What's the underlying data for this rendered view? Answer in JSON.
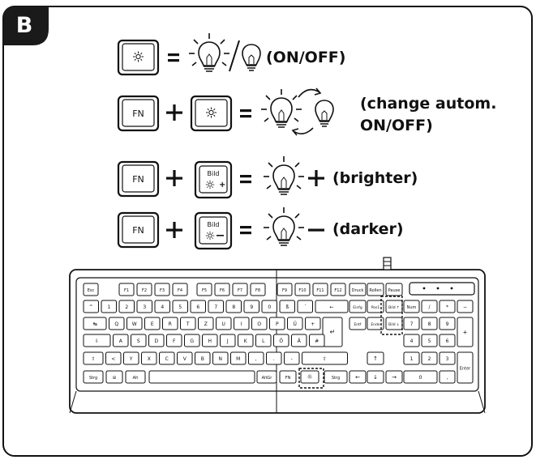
{
  "panel_label": "B",
  "rows": [
    {
      "id": "toggle",
      "keys": [
        "☼"
      ],
      "result": "(ON/OFF)"
    },
    {
      "id": "auto",
      "keys": [
        "FN",
        "☼"
      ],
      "result_line1": "(change autom.",
      "result_line2": "ON/OFF)"
    },
    {
      "id": "brighter",
      "keys": [
        "FN",
        "Bild ☼+"
      ],
      "result": "(brighter)"
    },
    {
      "id": "darker",
      "keys": [
        "FN",
        "Bild ☼−"
      ],
      "result": "(darker)"
    }
  ],
  "key_labels": {
    "fn": "FN",
    "bild": "Bild",
    "plus_symbol": "+",
    "equals_symbol": "="
  },
  "keyboard": {
    "fn_row": [
      "Esc",
      "F1",
      "F2",
      "F3",
      "F4",
      "F5",
      "F6",
      "F7",
      "F8",
      "F9",
      "F10",
      "F11",
      "F12",
      "Druck",
      "Rollen",
      "Pause"
    ],
    "number_row": [
      "^",
      "1",
      "2",
      "3",
      "4",
      "5",
      "6",
      "7",
      "8",
      "9",
      "0",
      "ß",
      "´",
      "←"
    ],
    "qwertz_row": [
      "↹",
      "Q",
      "W",
      "E",
      "R",
      "T",
      "Z",
      "U",
      "I",
      "O",
      "P",
      "Ü",
      "+"
    ],
    "home_row": [
      "⇩",
      "A",
      "S",
      "D",
      "F",
      "G",
      "H",
      "J",
      "K",
      "L",
      "Ö",
      "Ä",
      "#"
    ],
    "shift_row": [
      "⇧",
      "<",
      "Y",
      "X",
      "C",
      "V",
      "B",
      "N",
      "M",
      ",",
      ".",
      "-",
      "⇧"
    ],
    "bottom_row": [
      "Strg",
      "⊞",
      "Alt",
      "AltGr",
      "FN",
      "☼",
      "Strg"
    ],
    "nav_keys": [
      "Einfg",
      "Pos1",
      "Bild ↑",
      "Entf",
      "Ende",
      "Bild ↓"
    ],
    "arrow_keys": [
      "↑",
      "←",
      "↓",
      "→"
    ],
    "numpad": [
      "Num",
      "/",
      "*",
      "−",
      "7",
      "8",
      "9",
      "+",
      "4",
      "5",
      "6",
      "1",
      "2",
      "3",
      "Enter",
      "0",
      ","
    ]
  },
  "colors": {
    "stroke": "#111111",
    "badge": "#1a1a1a",
    "background": "#ffffff"
  }
}
